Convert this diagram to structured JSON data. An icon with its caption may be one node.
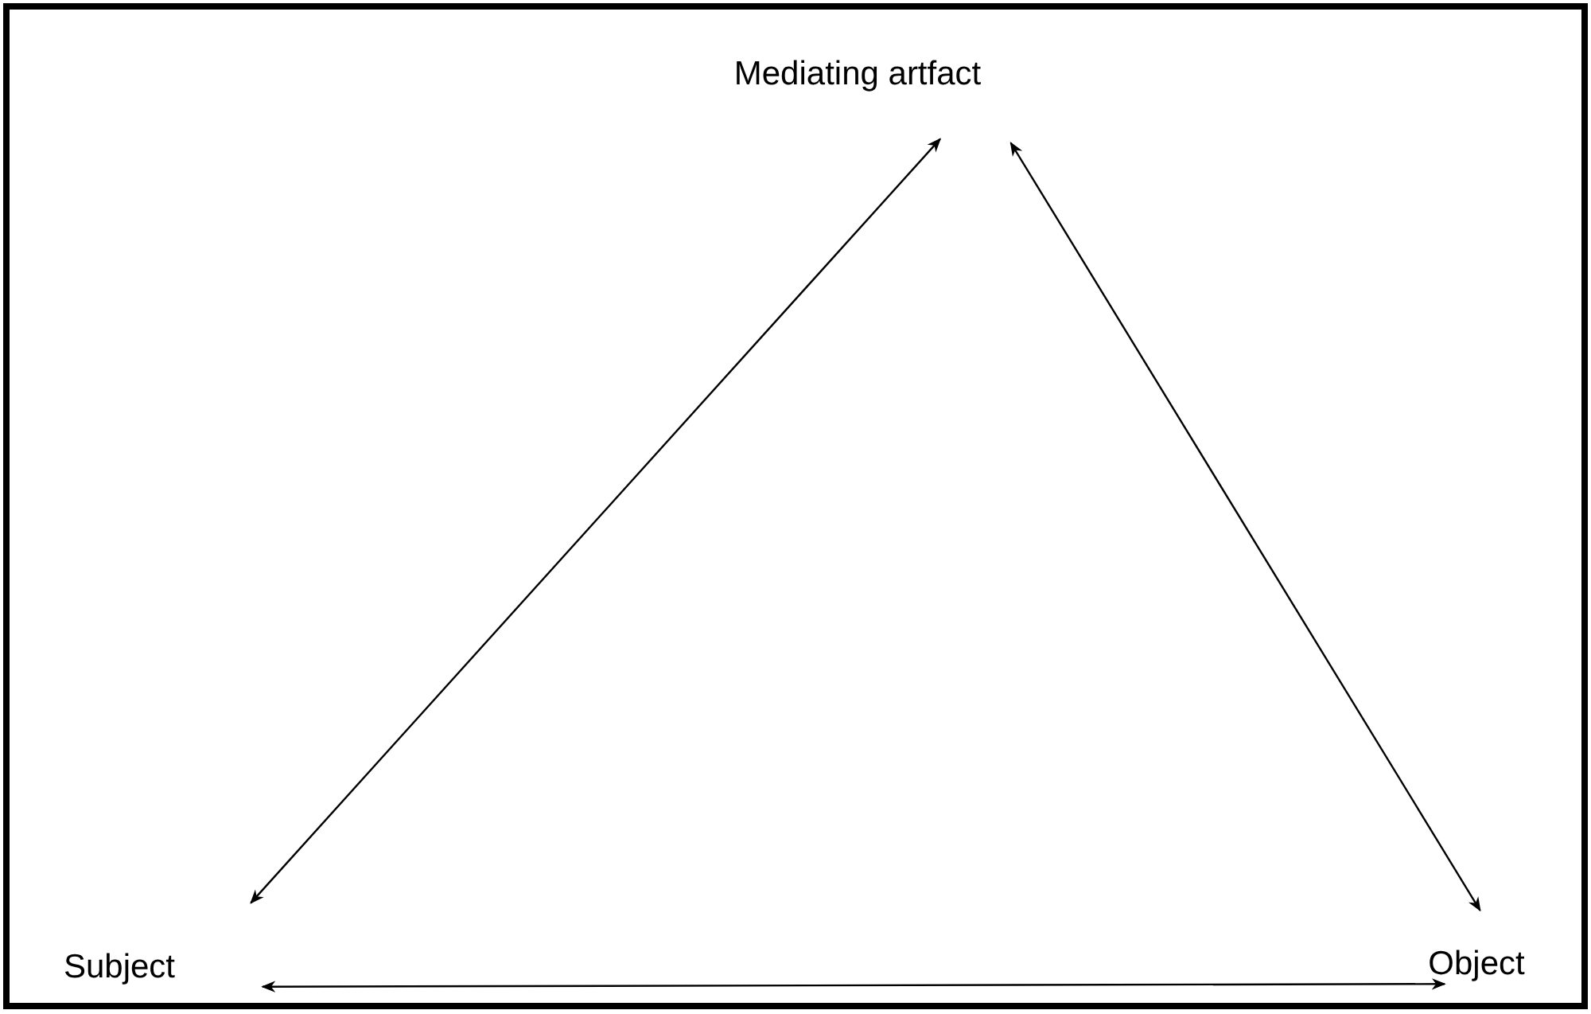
{
  "diagram": {
    "nodes": [
      {
        "text": [
          "Mediating artfact"
        ]
      },
      {
        "text": [
          "Subject"
        ]
      },
      {
        "text": [
          "Object"
        ]
      }
    ],
    "edges": [
      {
        "from": 0,
        "to": 1,
        "arrow": "both"
      },
      {
        "from": 0,
        "to": 2,
        "arrow": "both"
      },
      {
        "from": 1,
        "to": 2,
        "arrow": "both"
      }
    ]
  }
}
